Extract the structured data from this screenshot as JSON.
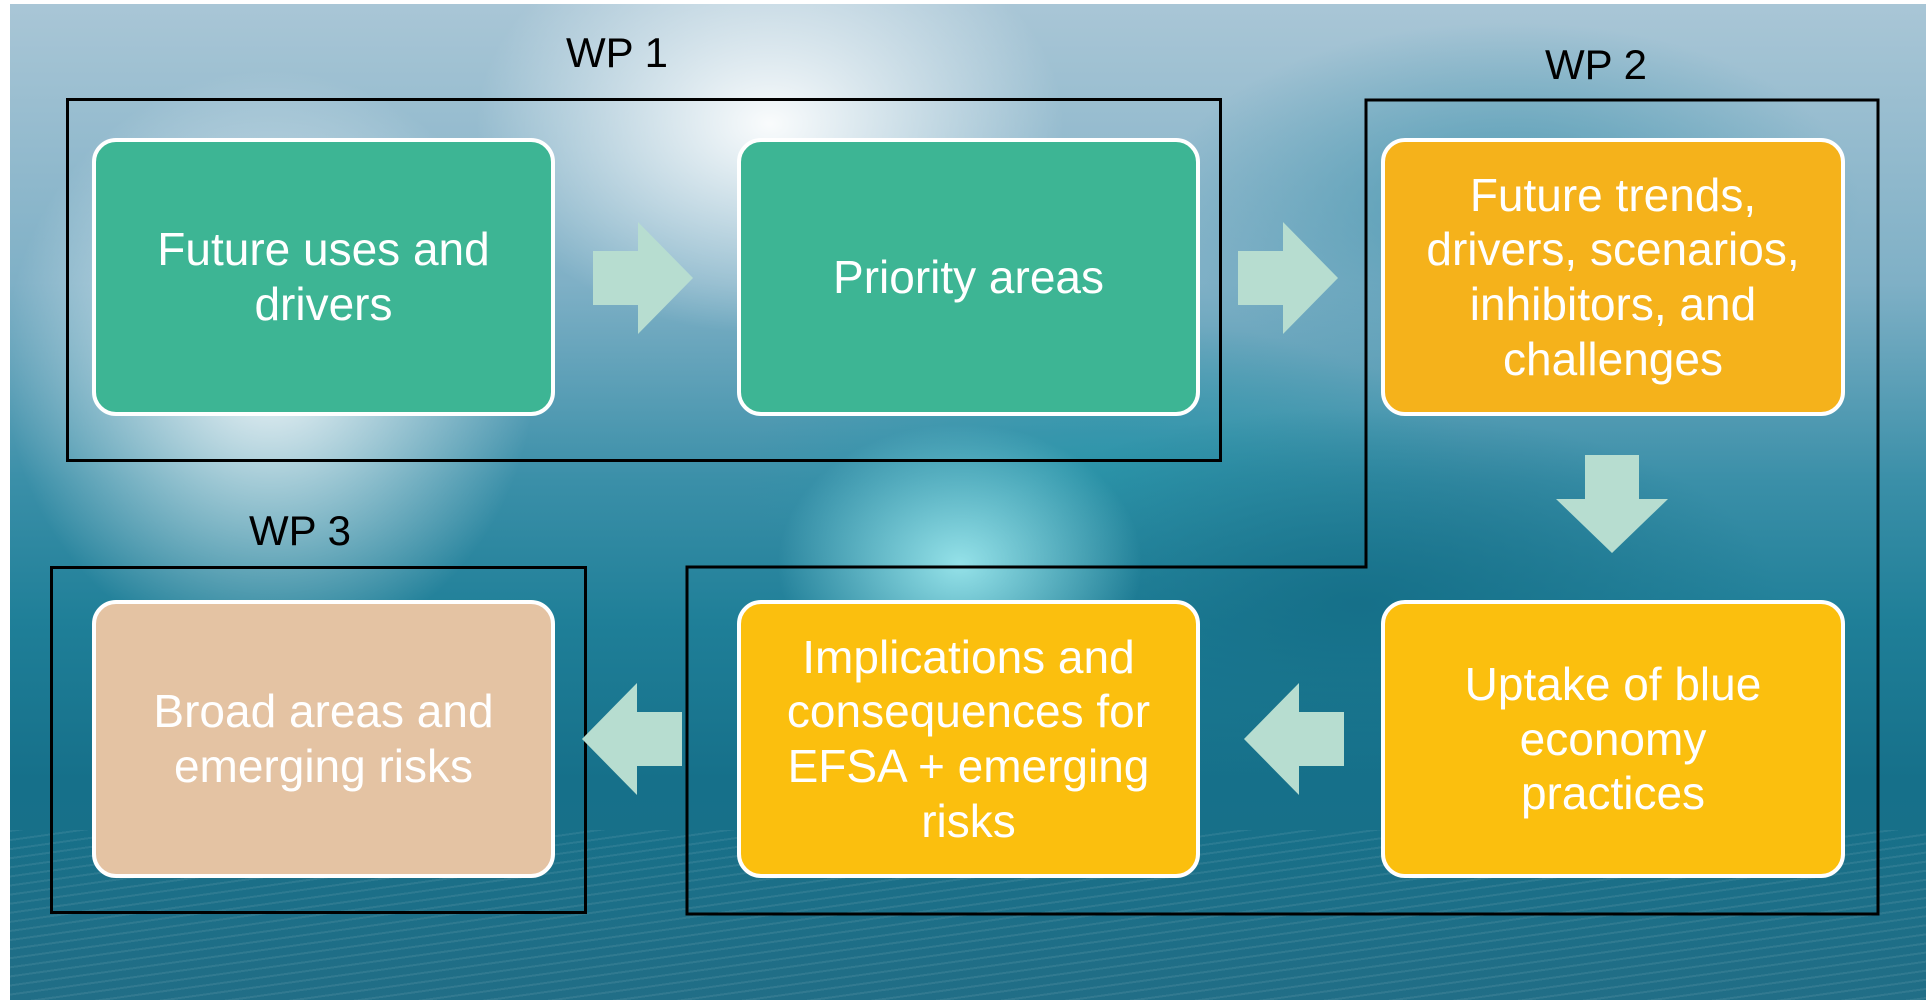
{
  "work_packages": [
    {
      "label": "WP 1"
    },
    {
      "label": "WP 2"
    },
    {
      "label": "WP 3"
    }
  ],
  "boxes": [
    {
      "text": "Future uses and\ndrivers",
      "color": "#3db594",
      "work_package": "WP 1"
    },
    {
      "text": "Priority areas",
      "color": "#3db594",
      "work_package": "WP 1"
    },
    {
      "text": "Future trends,\ndrivers, scenarios,\ninhibitors, and\nchallenges",
      "color": "#f5b21b",
      "work_package": "WP 2"
    },
    {
      "text": "Uptake of blue\neconomy\npractices",
      "color": "#fbbf0e",
      "work_package": "WP 2"
    },
    {
      "text": "Implications and\nconsequences for\nEFSA + emerging\nrisks",
      "color": "#fbbf0e",
      "work_package": "WP 2"
    },
    {
      "text": "Broad areas and\nemerging risks",
      "color": "#e4c3a3",
      "work_package": "WP 3"
    }
  ],
  "flow": [
    {
      "from": "Future uses and drivers",
      "to": "Priority areas",
      "direction": "right"
    },
    {
      "from": "Priority areas",
      "to": "Future trends, drivers, scenarios, inhibitors, and challenges",
      "direction": "right"
    },
    {
      "from": "Future trends, drivers, scenarios, inhibitors, and challenges",
      "to": "Uptake of blue economy practices",
      "direction": "down"
    },
    {
      "from": "Uptake of blue economy practices",
      "to": "Implications and consequences for EFSA + emerging risks",
      "direction": "left"
    },
    {
      "from": "Implications and consequences for EFSA + emerging risks",
      "to": "Broad areas and emerging risks",
      "direction": "left"
    }
  ],
  "colors": {
    "arrow": "#b7ddd0",
    "frame": "#000000",
    "box_border": "#ffffff",
    "text": "#ffffff"
  },
  "background": "ocean-wave-photo"
}
